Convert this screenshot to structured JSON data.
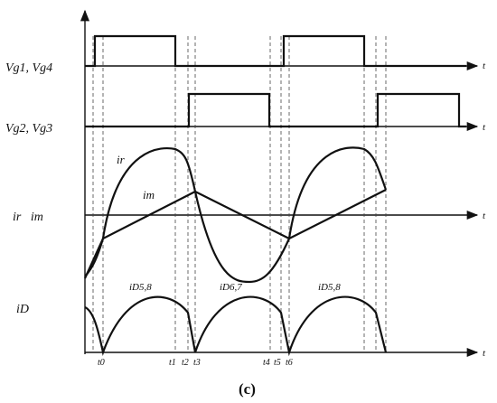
{
  "figure": {
    "caption": "(c)",
    "signal_labels": {
      "vg14": "Vg1, Vg4",
      "vg23": "Vg2, Vg3",
      "ir_im": "ir   im",
      "id": "iD"
    },
    "axis_unit_label": "t",
    "curve_labels": {
      "ir": "ir",
      "im": "im"
    },
    "diode_labels": [
      "iD5,8",
      "iD6,7",
      "iD5,8"
    ],
    "time_markers": [
      "t0",
      "t1",
      "t2",
      "t3",
      "t4",
      "t5",
      "t6"
    ]
  }
}
